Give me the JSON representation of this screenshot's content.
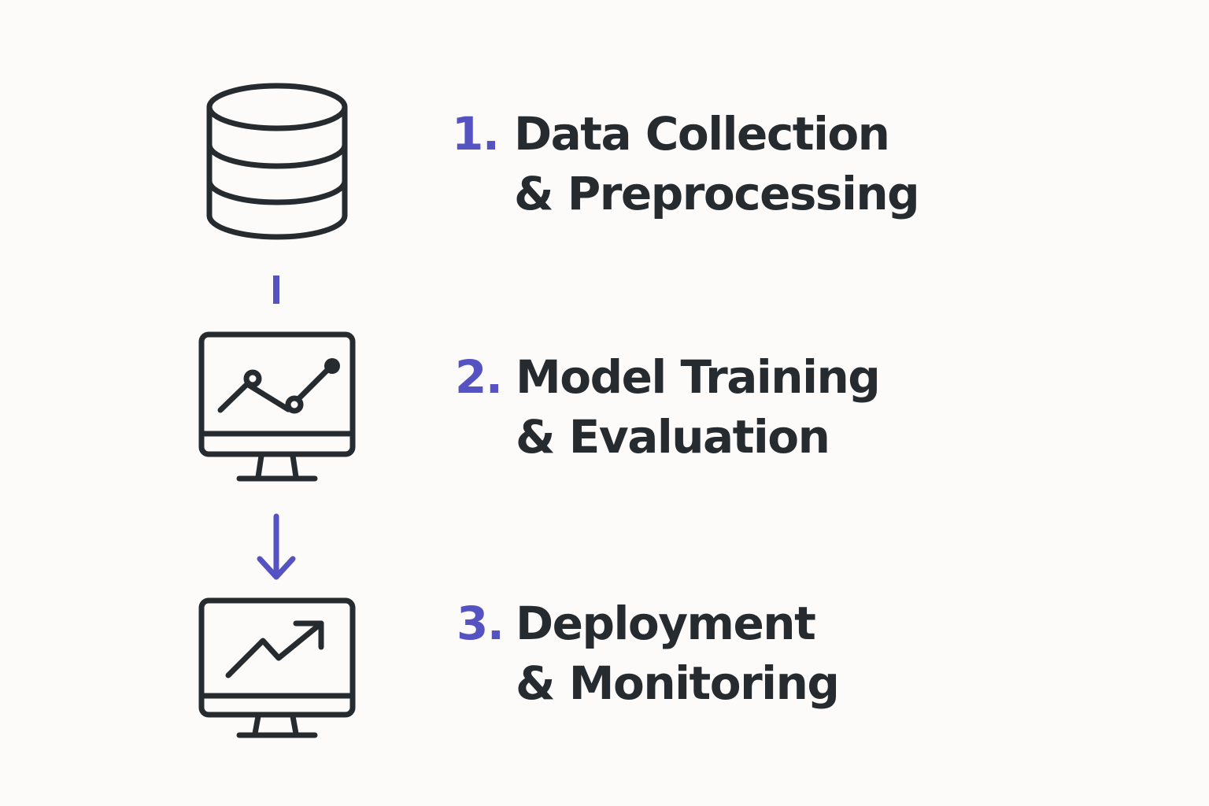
{
  "colors": {
    "background": "#fcfbf9",
    "accent": "#5552c2",
    "ink": "#262b30"
  },
  "steps": [
    {
      "number": "1.",
      "line1": "Data Collection",
      "line2": "& Preprocessing",
      "icon": "database-icon"
    },
    {
      "number": "2.",
      "line1": "Model Training",
      "line2": "& Evaluation",
      "icon": "monitor-line-chart-icon"
    },
    {
      "number": "3.",
      "line1": "Deployment",
      "line2": "& Monitoring",
      "icon": "monitor-trend-up-icon"
    }
  ],
  "connectors": [
    {
      "type": "line",
      "icon": "connector-line"
    },
    {
      "type": "arrow",
      "icon": "arrow-down-icon"
    }
  ]
}
